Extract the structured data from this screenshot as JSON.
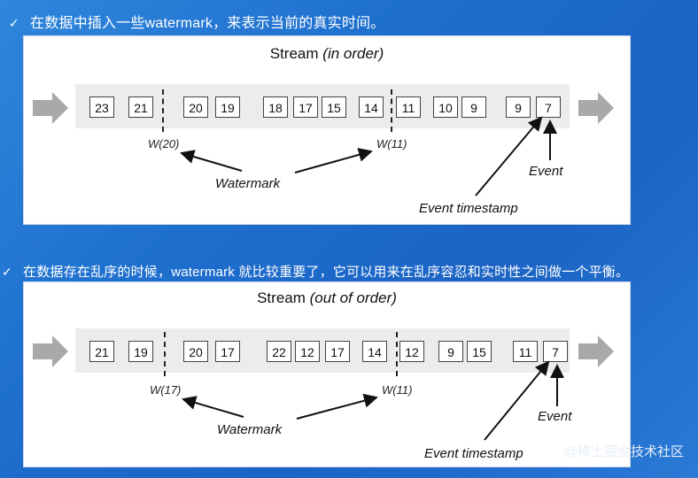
{
  "bullets": [
    {
      "check": "✓",
      "text": "在数据中插入一些watermark，来表示当前的真实时间。"
    },
    {
      "check": "✓",
      "text": "在数据存在乱序的时候，watermark 就比较重要了，它可以用来在乱序容忍和实时性之间做一个平衡。"
    }
  ],
  "panels": [
    {
      "title_main": "Stream",
      "title_paren": "(in order)",
      "elements": [
        "23",
        "21",
        "20",
        "19",
        "18",
        "17",
        "15",
        "14",
        "11",
        "10",
        "9",
        "9",
        "7"
      ],
      "watermarks": [
        "W(20)",
        "W(11)"
      ],
      "watermark_text": "Watermark",
      "event_text": "Event",
      "timestamp_text": "Event timestamp"
    },
    {
      "title_main": "Stream",
      "title_paren": "(out of order)",
      "elements": [
        "21",
        "19",
        "20",
        "17",
        "22",
        "12",
        "17",
        "14",
        "12",
        "9",
        "15",
        "11",
        "7"
      ],
      "watermarks": [
        "W(17)",
        "W(11)"
      ],
      "watermark_text": "Watermark",
      "event_text": "Event",
      "timestamp_text": "Event timestamp"
    }
  ],
  "credit": "@稀土掘金技术社区",
  "colors": {
    "background": "#1e6fce",
    "arrow": "#a9a9a9",
    "band": "#ececec"
  }
}
